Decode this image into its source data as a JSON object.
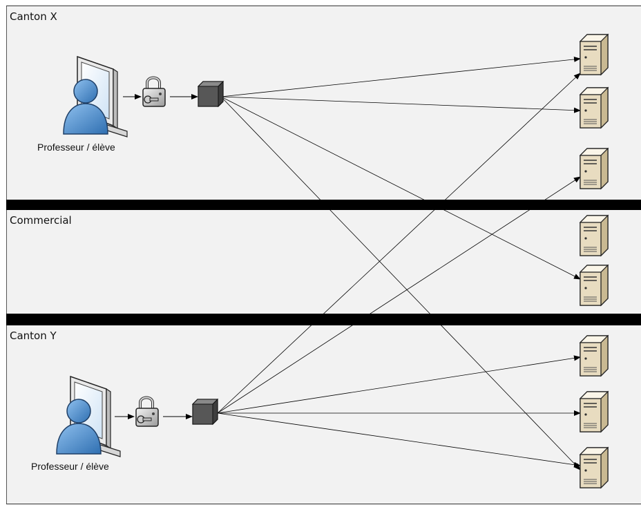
{
  "zones": {
    "canton_x": {
      "title": "Canton X"
    },
    "commercial": {
      "title": "Commercial"
    },
    "canton_y": {
      "title": "Canton Y"
    }
  },
  "users": {
    "top_label": "Professeur / élève",
    "bottom_label": "Professeur / élève"
  },
  "icons": {
    "user": "user-at-computer-icon",
    "lock": "padlock-icon",
    "gateway": "gateway-cube-icon",
    "server": "server-tower-icon"
  },
  "colors": {
    "zone_bg": "#f2f2f2",
    "divider": "#000000",
    "user_blue": "#4a8ac9",
    "server_beige": "#e8dcc0",
    "gateway_gray": "#555555"
  }
}
